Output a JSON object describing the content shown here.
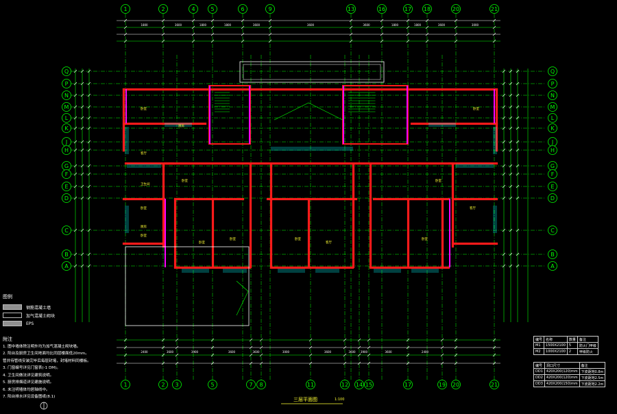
{
  "axes": {
    "top": [
      "1",
      "2",
      "4",
      "5",
      "6",
      "9",
      "13",
      "16",
      "17",
      "18",
      "20",
      "21"
    ],
    "bottom": [
      "1",
      "2",
      "3",
      "5",
      "7",
      "8",
      "11",
      "12",
      "14",
      "15",
      "17",
      "19",
      "20",
      "21"
    ],
    "side": [
      "Q",
      "P",
      "N",
      "M",
      "L",
      "K",
      "J",
      "H",
      "G",
      "F",
      "E",
      "D",
      "C",
      "B",
      "A"
    ]
  },
  "dimensions": {
    "top_segments": [
      "1800",
      "3600",
      "1800",
      "1800",
      "3600",
      "3600",
      "3600",
      "1800",
      "1800",
      "3600",
      "3000"
    ],
    "bottom_segments": [
      "2400",
      "3600",
      "3900",
      "3600",
      "3600",
      "3000",
      "3600",
      "3600",
      "3900",
      "3600",
      "2400"
    ]
  },
  "rooms": [
    "卧室",
    "卧室",
    "厨房",
    "客厅",
    "卧室",
    "卧室",
    "卫生间",
    "卧室",
    "厨房",
    "卧室",
    "客厅",
    "卧室",
    "卧室",
    "卧室",
    "客厅",
    "卧室"
  ],
  "legend": {
    "title": "图例",
    "items": [
      {
        "label": "钢筋混凝土墙",
        "color": "#8f8f8f"
      },
      {
        "label": "加气混凝土砌块",
        "color": "#000000"
      },
      {
        "label": "EPS",
        "color": "#8f8f8f"
      }
    ]
  },
  "notes": {
    "title": "附注",
    "items": [
      "1. 图中墙体除注明外均为加气混凝土砌块墙。",
      "2. 阳台及厨房卫生间地面均比同层楼面低20mm。",
      "   管井待管线安装完毕后每层封堵，封堵材料同楼板。",
      "3. 门窗编号详见门窗表(-1 DM)。",
      "4. 卫生间做法详见建筑说明。",
      "5. 厨房排烟道详见建施说明。",
      "6. 未注明墙体均居轴线中。",
      "7. 阳台排水详见设备图纸(8.1)"
    ]
  },
  "drawing_title": "三层平面图",
  "drawing_scale": "1:100",
  "table1": {
    "rows": [
      [
        "编号",
        "名称",
        "数量",
        "备注"
      ],
      [
        "M1",
        "1500X2100",
        "5",
        "防火门甲级"
      ],
      [
        "M2",
        "1000X2100",
        "2",
        "甲级防火"
      ]
    ]
  },
  "table2": {
    "rows": [
      [
        "编号",
        "洞口尺寸",
        "备注"
      ],
      [
        "DD1",
        "420X200(120)mm",
        "下皮距地0.8m"
      ],
      [
        "DD2",
        "420X200(120)mm",
        "下皮距地2.5m"
      ],
      [
        "DD3",
        "420X200(150)mm",
        "下皮距地2.2m"
      ]
    ]
  },
  "colors": {
    "axis": "#00ff00",
    "wall": "#ff1a1a",
    "wall_hatch": "#ff00ff",
    "window": "#00ffff",
    "dimension": "#ffffff",
    "text": "#ffff33"
  }
}
